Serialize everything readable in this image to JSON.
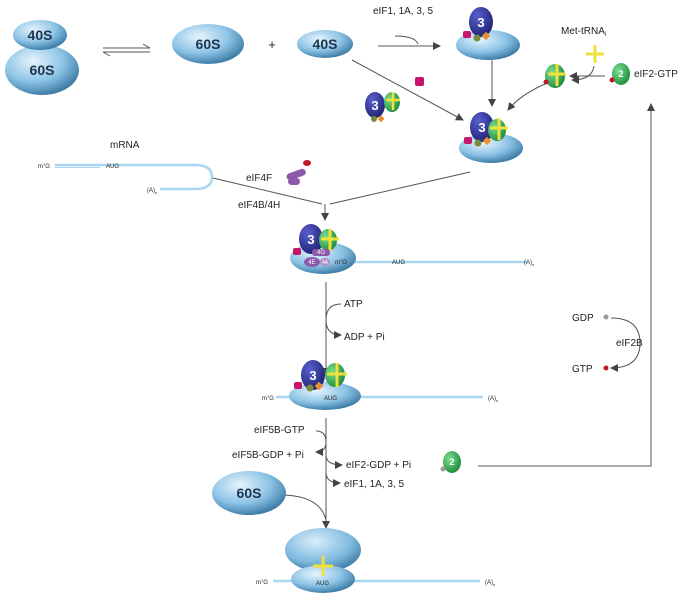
{
  "subunits": {
    "small": "40S",
    "large": "60S"
  },
  "plus": "+",
  "labels": {
    "eif1_top": "eIF1, 1A, 3, 5",
    "met_trna": "Met-tRNA",
    "met_trna_sub": "i",
    "eif2_gtp": "eIF2-GTP",
    "mrna": "mRNA",
    "eif4f": "eIF4F",
    "eif4b4h": "eIF4B/4H",
    "atp": "ATP",
    "adp_pi": "ADP + Pi",
    "gdp": "GDP",
    "gtp": "GTP",
    "eif2b": "eIF2B",
    "eif5b_gtp": "eIF5B-GTP",
    "eif5b_gdp": "eIF5B-GDP + Pi",
    "eif2_gdp": "eIF2-GDP + Pi",
    "eif1_bottom": "eIF1, 1A, 3, 5"
  },
  "mrna_marks": {
    "cap_m": "m",
    "cap_sup": "7",
    "cap_g": "G",
    "aug": "AUG",
    "polya": "(A)",
    "polya_sub": "n"
  },
  "factors": {
    "eif3": "3",
    "eif2": "2",
    "eif4e": "4E",
    "eif4a": "4A",
    "eif4g": "4G"
  },
  "colors": {
    "ribosome_dark": "#2f6f9a",
    "ribosome_light": "#cfe8f8",
    "mrna": "#a8d6f0",
    "eif3": "#2b2f86",
    "eif2": "#2aa54f",
    "trna": "#f0e23a",
    "eif1": "#7a8a3c",
    "eif5": "#e8912f",
    "eif1a": "#c8156c",
    "eif4": "#8e58a8",
    "arrow": "#555555"
  }
}
